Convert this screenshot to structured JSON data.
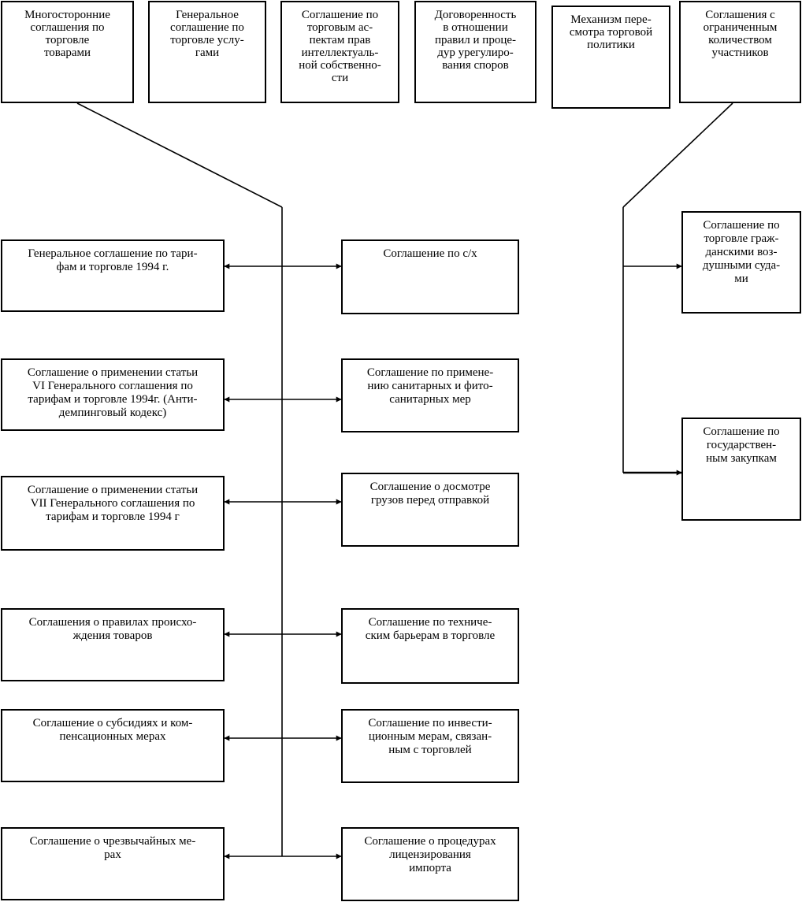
{
  "top_row": [
    {
      "text": "Многосторонние\nсоглашения по\nторговле\nтоварами"
    },
    {
      "text": "Генеральное\nсоглашение по\nторговле услу-\nгами"
    },
    {
      "text": "Соглашение по\nторговым ас-\nпектам прав\nинтеллектуаль-\nной собственно-\nсти"
    },
    {
      "text": "Договоренность\nв отношении\nправил и проце-\nдур урегулиро-\nвания споров"
    },
    {
      "text": "Механизм пере-\nсмотра торговой\nполитики"
    },
    {
      "text": "Соглашения с\nограниченным\nколичеством\nучастников"
    }
  ],
  "left_column": [
    {
      "text": "Генеральное соглашение по тари-\nфам и торговле 1994 г."
    },
    {
      "text": "Соглашение о применении статьи\nVI Генерального соглашения по\nтарифам и торговле 1994г. (Анти-\nдемпинговый кодекс)"
    },
    {
      "text": "Соглашение о применении статьи\nVII Генерального соглашения по\nтарифам и торговле 1994 г"
    },
    {
      "text": "Соглашения о правилах происхо-\nждения товаров"
    },
    {
      "text": "Соглашение о субсидиях и ком-\nпенсационных мерах"
    },
    {
      "text": "Соглашение о чрезвычайных ме-\nрах"
    }
  ],
  "right_column": [
    {
      "text": "Соглашение по с/х"
    },
    {
      "text": "Соглашение по примене-\nнию санитарных и фито-\nсанитарных мер"
    },
    {
      "text": "Соглашение о досмотре\nгрузов перед отправкой"
    },
    {
      "text": "Соглашение по техниче-\nским барьерам в торговле"
    },
    {
      "text": "Соглашение по инвести-\nционным мерам, связан-\nным с торговлей"
    },
    {
      "text": "Соглашение о процедурах\nлицензирования\nимпорта"
    }
  ],
  "plurilateral": [
    {
      "text": "Соглашение по\nторговле граж-\nданскими воз-\nдушными суда-\nми"
    },
    {
      "text": "Соглашение по\nгосударствен-\nным закупкам"
    }
  ],
  "colors": {
    "line": "#000000",
    "box_border": "#000000",
    "background": "#ffffff"
  }
}
